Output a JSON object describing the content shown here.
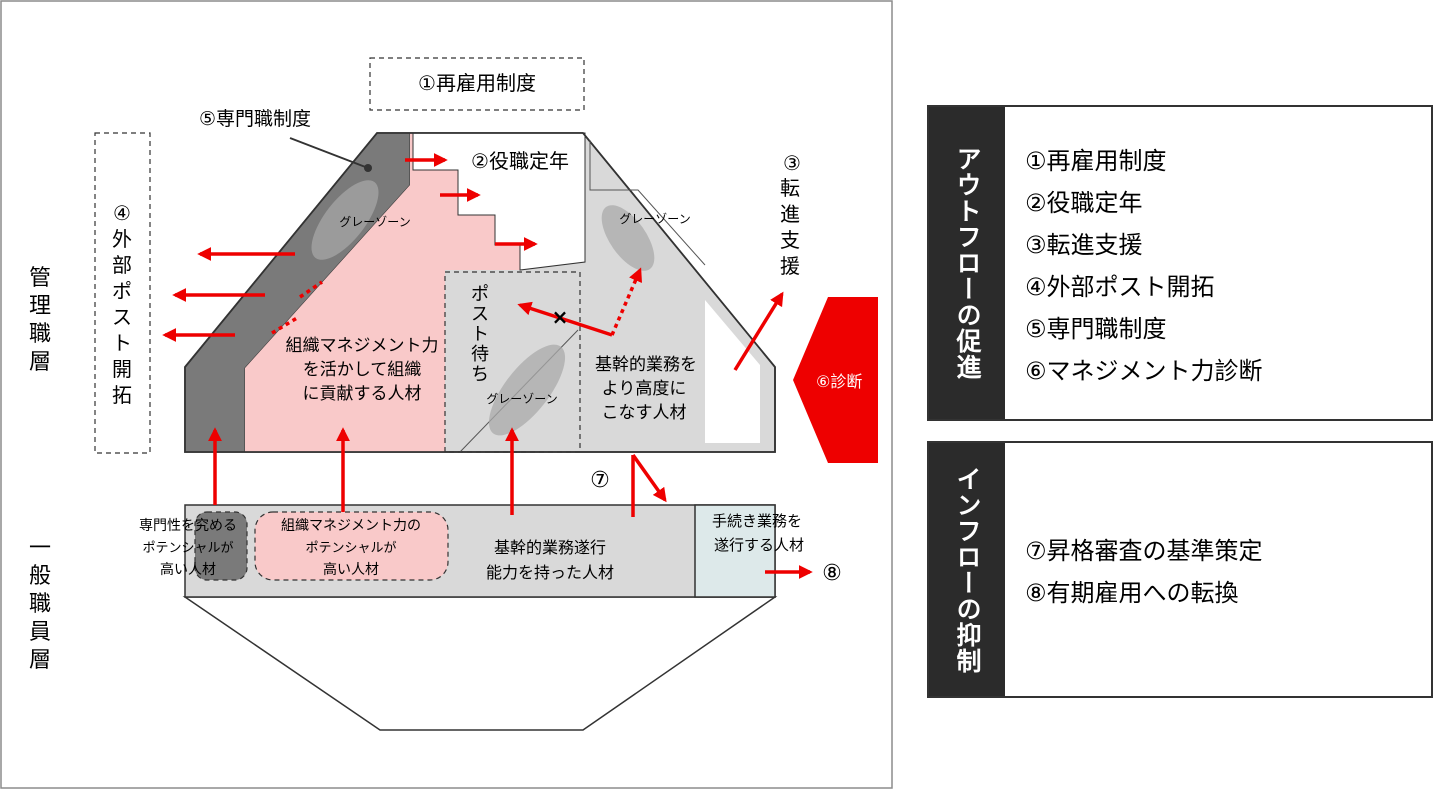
{
  "labels": {
    "rehire": "①再雇用制度",
    "specialist": "⑤専門職制度",
    "post_age_limit": "②役職定年",
    "transfer": [
      "③",
      "転",
      "進",
      "支",
      "援"
    ],
    "external": [
      "④",
      "外",
      "部",
      "ポ",
      "ス",
      "ト",
      "開",
      "拓"
    ],
    "management_layer": [
      "管",
      "理",
      "職",
      "層"
    ],
    "general_layer": [
      "一",
      "般",
      "職",
      "員",
      "層"
    ],
    "gray_zone": "グレーゾーン",
    "post_waiting": [
      "ポ",
      "ス",
      "ト",
      "待",
      "ち"
    ],
    "org_talent": [
      "組織マネジメント力",
      "を活かして組織",
      "に貢献する人材"
    ],
    "core_talent": [
      "基幹的業務を",
      "より高度に",
      "こなす人材"
    ],
    "diagnosis": "⑥診断",
    "promotion": "⑦",
    "fixed_term": "⑧",
    "specialist_potential": [
      "専門性を究める",
      "ポテンシャルが",
      "高い人材"
    ],
    "org_potential": [
      "組織マネジメント力の",
      "ポテンシャルが",
      "高い人材"
    ],
    "core_capable": [
      "基幹的業務遂行",
      "能力を持った人材"
    ],
    "procedural": [
      "手続き業務を",
      "遂行する人材"
    ],
    "cross_mark": "×"
  },
  "outflow": {
    "title": "アウトフローの促進",
    "items": [
      "①再雇用制度",
      "②役職定年",
      "③転進支援",
      "④外部ポスト開拓",
      "⑤専門職制度",
      "⑥マネジメント力診断"
    ]
  },
  "inflow": {
    "title": "インフローの抑制",
    "items": [
      "⑦昇格審査の基準策定",
      "⑧有期雇用への転換"
    ]
  },
  "colors": {
    "dark_band": "#7a7a7a",
    "pink_zone": "#f9c9c9",
    "gray_zone": "#d9d9d9",
    "arrow_red": "#ee0000",
    "procedural_fill": "#dde9ea",
    "side_panel": "#2b2b2b"
  }
}
